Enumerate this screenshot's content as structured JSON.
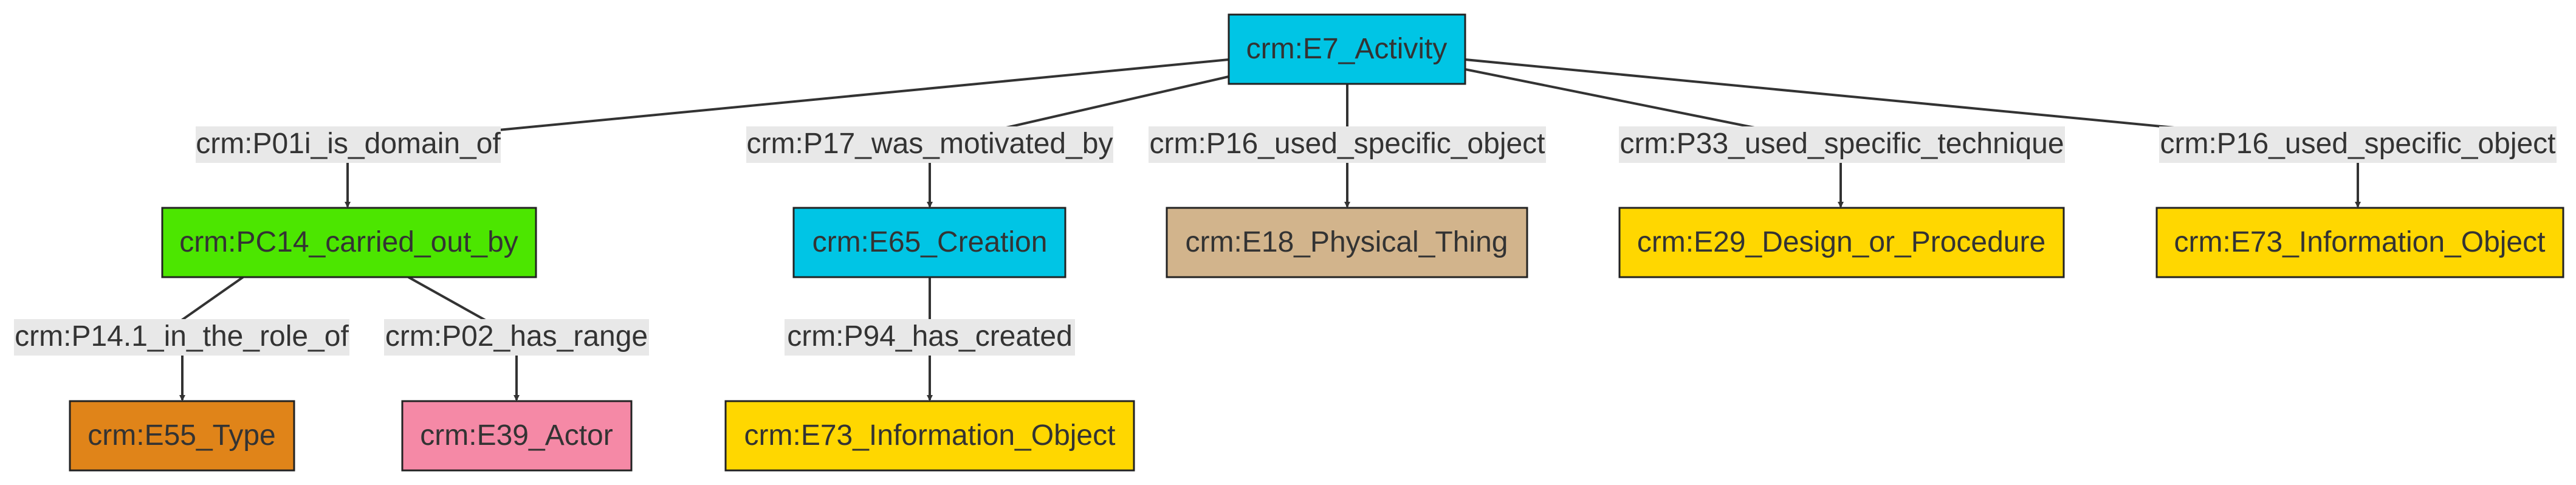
{
  "nodes": {
    "activity": {
      "label": "crm:E7_Activity",
      "color": "#00c5e5"
    },
    "pc14": {
      "label": "crm:PC14_carried_out_by",
      "color": "#4ce600"
    },
    "creation": {
      "label": "crm:E65_Creation",
      "color": "#00c5e5"
    },
    "physical_thing": {
      "label": "crm:E18_Physical_Thing",
      "color": "#d2b48c"
    },
    "design": {
      "label": "crm:E29_Design_or_Procedure",
      "color": "#ffd700"
    },
    "info_object_1": {
      "label": "crm:E73_Information_Object",
      "color": "#ffd700"
    },
    "type": {
      "label": "crm:E55_Type",
      "color": "#e08419"
    },
    "actor": {
      "label": "crm:E39_Actor",
      "color": "#f589a6"
    },
    "info_object_2": {
      "label": "crm:E73_Information_Object",
      "color": "#ffd700"
    }
  },
  "edges": {
    "p01i": "crm:P01i_is_domain_of",
    "p17": "crm:P17_was_motivated_by",
    "p16_a": "crm:P16_used_specific_object",
    "p33": "crm:P33_used_specific_technique",
    "p16_b": "crm:P16_used_specific_object",
    "p14_1": "crm:P14.1_in_the_role_of",
    "p02": "crm:P02_has_range",
    "p94": "crm:P94_has_created"
  }
}
